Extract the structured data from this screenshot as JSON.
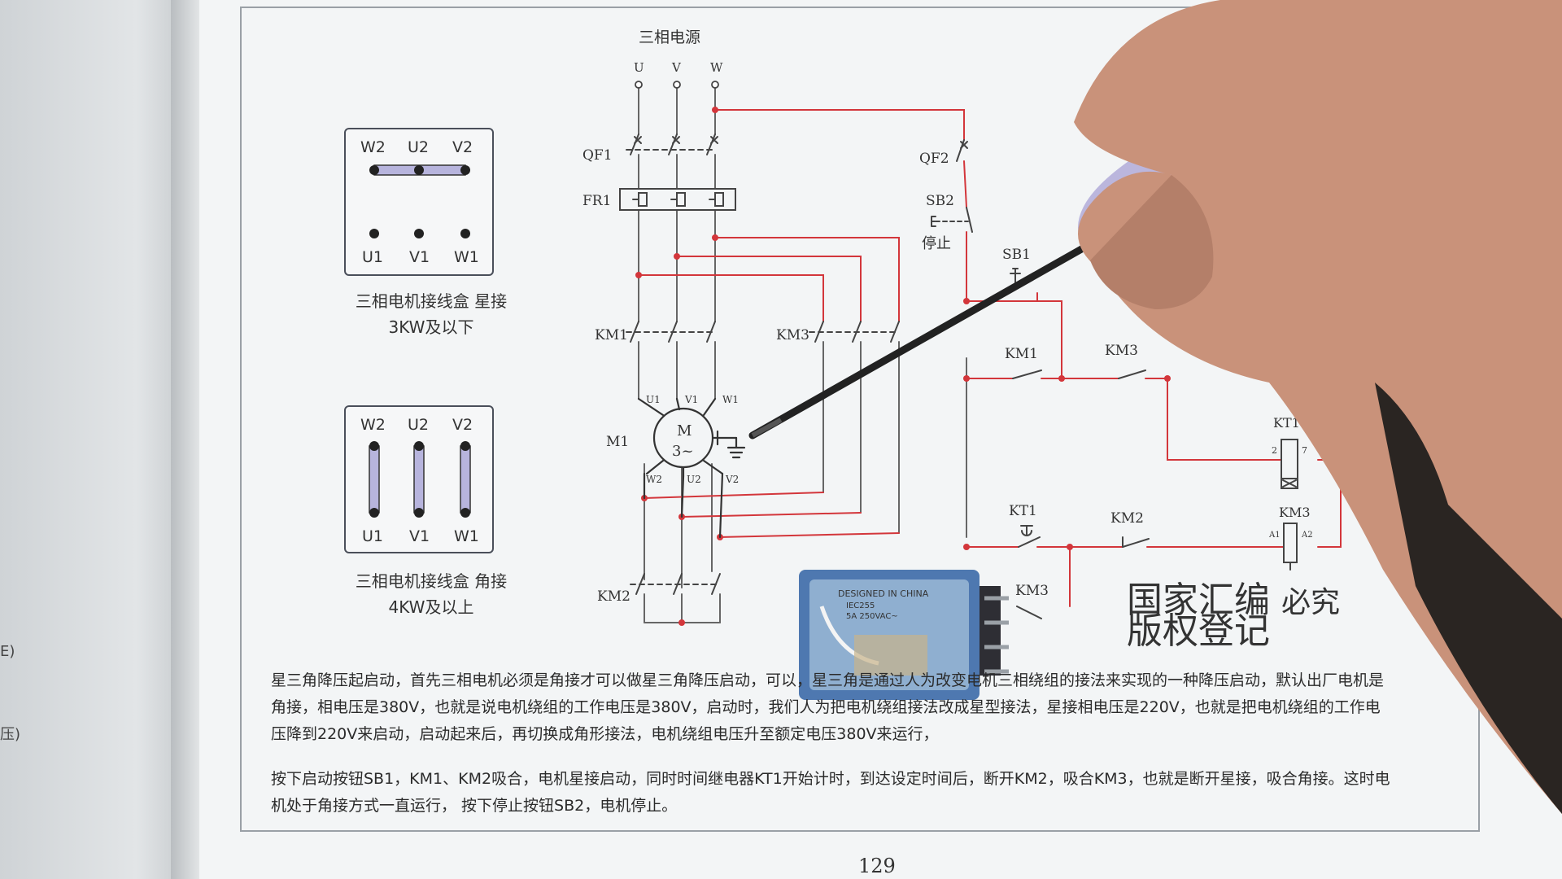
{
  "diagram": {
    "title": "三相电源",
    "phases": [
      "U",
      "V",
      "W"
    ],
    "labels": {
      "qf1": "QF1",
      "fr1": "FR1",
      "qf2": "QF2",
      "sb2": "SB2",
      "stop": "停止",
      "sb1": "SB1",
      "km1": "KM1",
      "km3": "KM3",
      "km2": "KM2",
      "m1": "M1",
      "motor_m": "M",
      "motor_3": "3~",
      "u1": "U1",
      "v1": "V1",
      "w1": "W1",
      "w2": "W2",
      "u2": "U2",
      "v2": "V2",
      "km1_c": "KM1",
      "km3_c": "KM3",
      "kt1_coil": "KT1",
      "kt1_c": "KT1",
      "km2_c": "KM2",
      "km3_coil": "KM3",
      "km3_c2": "KM3",
      "a1": "A1",
      "a2": "A2",
      "n2": "2",
      "n7": "7"
    }
  },
  "star_box": {
    "top": [
      "W2",
      "U2",
      "V2"
    ],
    "bottom": [
      "U1",
      "V1",
      "W1"
    ],
    "caption1": "三相电机接线盒 星接",
    "caption2": "3KW及以下"
  },
  "delta_box": {
    "top": [
      "W2",
      "U2",
      "V2"
    ],
    "bottom": [
      "U1",
      "V1",
      "W1"
    ],
    "caption1": "三相电机接线盒 角接",
    "caption2": "4KW及以上"
  },
  "relay": {
    "line1": "DESIGNED IN CHINA",
    "line2": "IEC255",
    "line3": "5A 250VAC~"
  },
  "watermark": {
    "line1": "国家汇编",
    "line2": "版权登记",
    "line3": "必究"
  },
  "text": {
    "p1": "星三角降压起启动，首先三相电机必须是角接才可以做星三角降压启动，可以，星三角是通过人为改变电机三相绕组的接法来实现的一种降压启动，默认出厂电机是角接，相电压是380V，也就是说电机绕组的工作电压是380V，启动时，我们人为把电机绕组接法改成星型接法，星接相电压是220V，也就是把电机绕组的工作电压降到220V来启动，启动起来后，再切换成角形接法，电机绕组电压升至额定电压380V来运行，",
    "p2": "按下启动按钮SB1，KM1、KM2吸合，电机星接启动，同时时间继电器KT1开始计时，到达设定时间后，断开KM2，吸合KM3，也就是断开星接，吸合角接。这时电机处于角接方式一直运行， 按下停止按钮SB2，电机停止。",
    "page_number": "129",
    "left_frag1": "E)",
    "left_frag2": "压)"
  }
}
